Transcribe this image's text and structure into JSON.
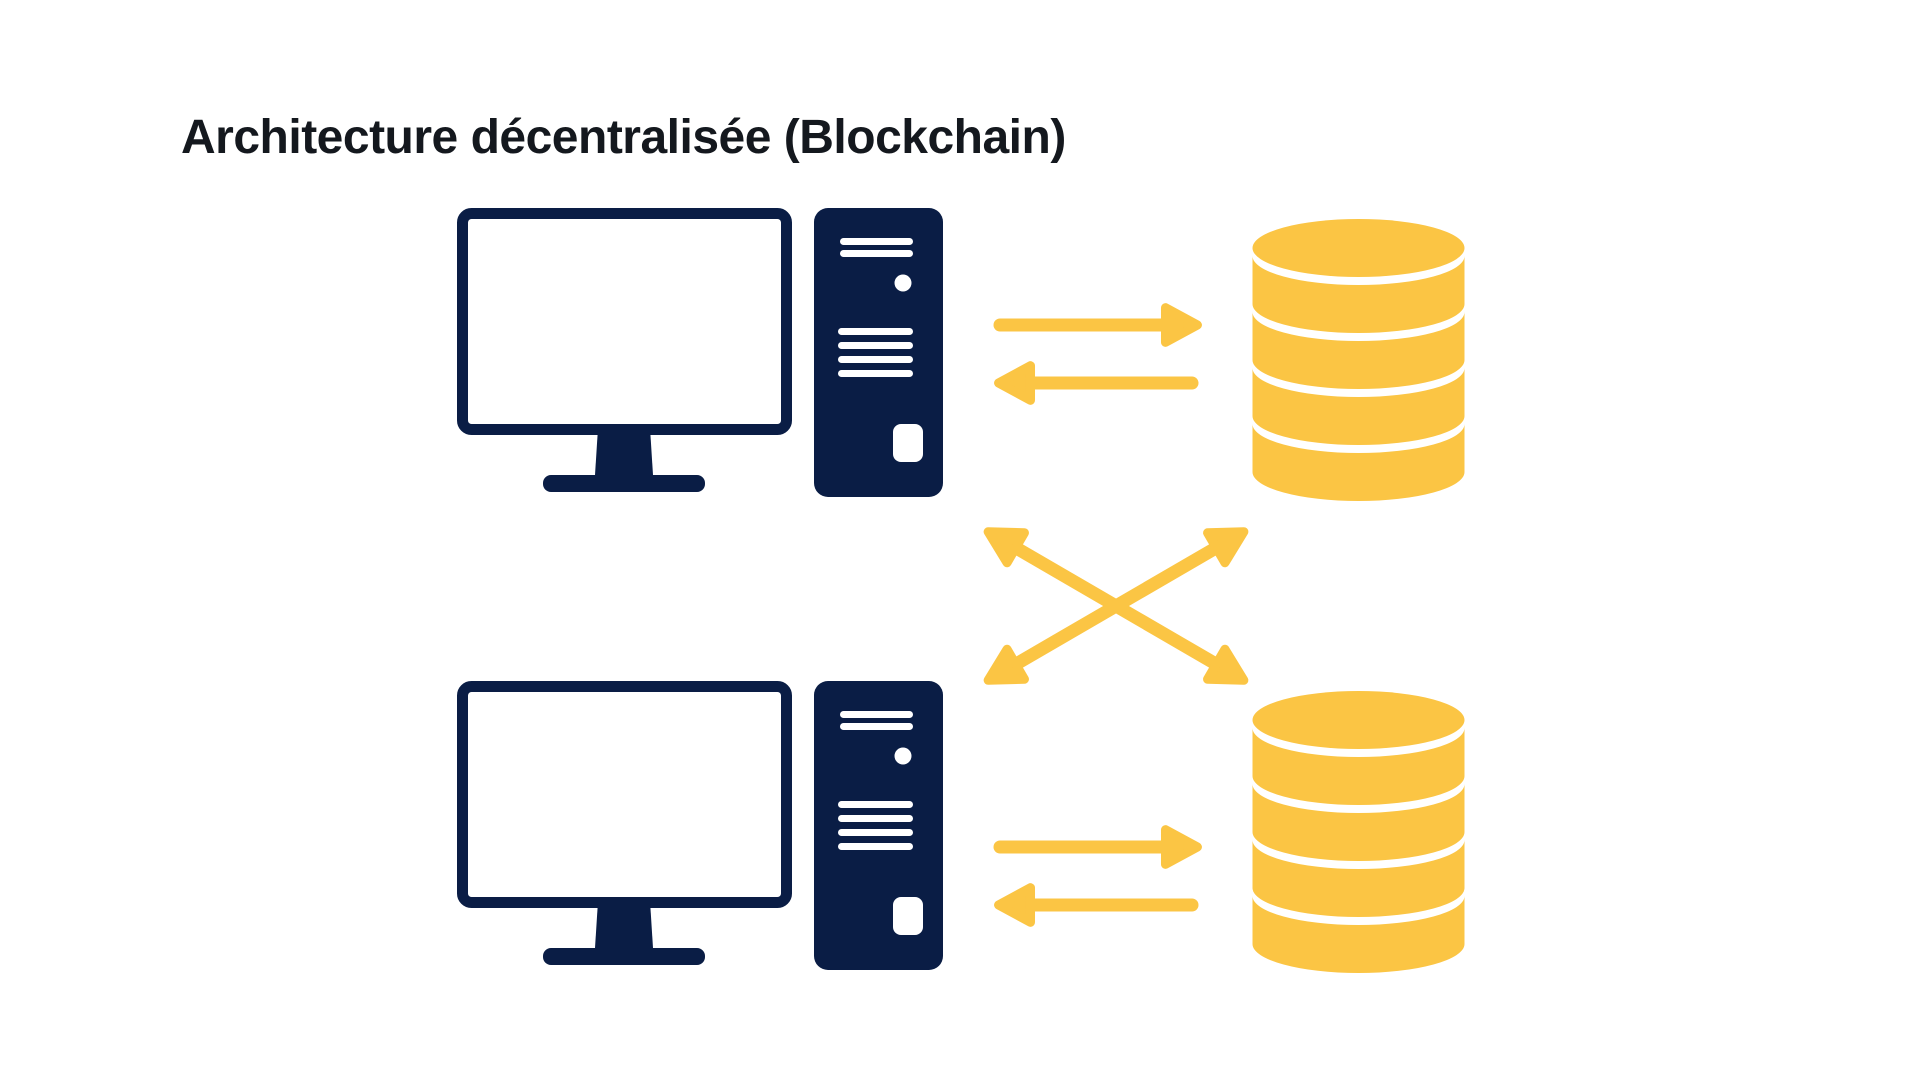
{
  "title": "Architecture décentralisée (Blockchain)",
  "colors": {
    "background": "#FFFFFF",
    "navy": "#0A1D45",
    "yellow": "#FBC544",
    "title_text": "#14181E"
  },
  "diagram": {
    "nodes": [
      {
        "id": "node-1",
        "icons": [
          "computer-icon",
          "server-tower-icon",
          "arrow-right-icon",
          "arrow-left-icon",
          "database-icon"
        ]
      },
      {
        "id": "node-2",
        "icons": [
          "computer-icon",
          "server-tower-icon",
          "arrow-right-icon",
          "arrow-left-icon",
          "database-icon"
        ]
      }
    ],
    "connector": {
      "icon": "crossed-double-arrows-icon"
    }
  }
}
